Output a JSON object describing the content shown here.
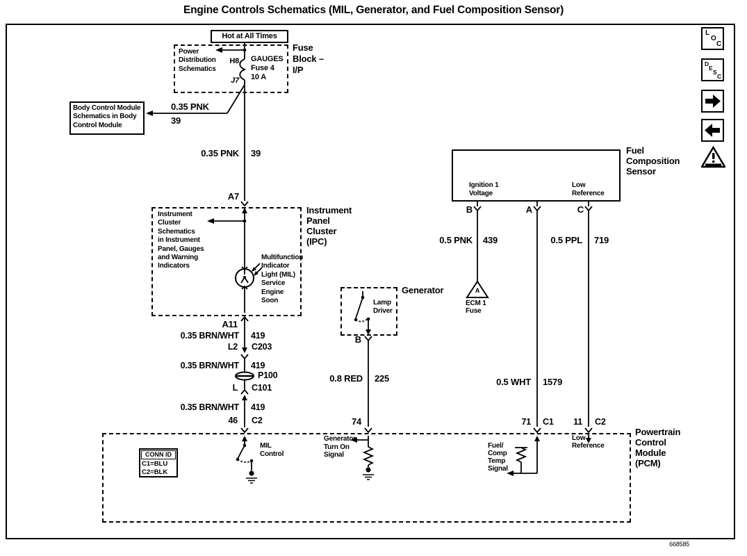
{
  "title": "Engine Controls Schematics (MIL, Generator, and Fuel Composition Sensor)",
  "doc_number": "668585",
  "sidebar": {
    "loc": [
      "L",
      "O",
      "C"
    ],
    "desc": [
      "D",
      "E",
      "S",
      "C"
    ]
  },
  "fuse_circuit": {
    "hot_label": "Hot at All Times",
    "block_label": "Fuse\nBlock –\nI/P",
    "power_dist_ref": "Power\nDistribution\nSchematics",
    "pin_in": "H8",
    "pin_out": "J7",
    "fuse_name": "GAUGES\nFuse 4\n10 A"
  },
  "bcm_ref": {
    "label": "Body Control Module\nSchematics in Body\nControl Module",
    "wire_name": "0.35 PNK",
    "wire_circuit": "39"
  },
  "mil_circuit": {
    "wire_pnk": {
      "name": "0.35 PNK",
      "circuit": "39"
    },
    "pin_a7": "A7",
    "pin_a11": "A11",
    "wire1": {
      "name": "0.35 BRN/WHT",
      "circuit": "419"
    },
    "conn1_pin": "L2",
    "conn1_name": "C203",
    "wire2": {
      "name": "0.35 BRN/WHT",
      "circuit": "419"
    },
    "grommet": "P100",
    "conn2_pin": "L",
    "conn2_name": "C101",
    "wire3": {
      "name": "0.35 BRN/WHT",
      "circuit": "419"
    },
    "pcm_pin": "46",
    "pcm_conn": "C2"
  },
  "ipc": {
    "label": "Instrument\nPanel\nCluster\n(IPC)",
    "schematics_ref": "Instrument\nCluster\nSchematics\nin Instrument\nPanel, Gauges\nand Warning\nIndicators",
    "mil_lamp": "Multifunction\nIndicator\nLight (MIL)\nService\nEngine\nSoon"
  },
  "generator": {
    "label": "Generator",
    "lamp_driver": "Lamp\nDriver",
    "pin_b": "B",
    "wire": {
      "name": "0.8 RED",
      "circuit": "225"
    },
    "pcm_pin": "74"
  },
  "fuel_sensor": {
    "label": "Fuel\nComposition\nSensor",
    "ignition_label": "Ignition 1\nVoltage",
    "low_ref_label": "Low\nReference",
    "pin_b": "B",
    "pin_a": "A",
    "pin_c": "C",
    "wire_b": {
      "name": "0.5 PNK",
      "circuit": "439"
    },
    "wire_a": {
      "name": "0.5 WHT",
      "circuit": "1579"
    },
    "wire_c": {
      "name": "0.5 PPL",
      "circuit": "719"
    },
    "ecm_fuse_letter": "A",
    "ecm_fuse_label": "ECM 1\nFuse",
    "pcm_pin_a": "71",
    "pcm_conn_a": "C1",
    "pcm_pin_c": "11",
    "pcm_conn_c": "C2"
  },
  "pcm": {
    "label": "Powertrain\nControl\nModule\n(PCM)",
    "conn_id_header": "CONN ID",
    "conn_id_rows": [
      "C1=BLU",
      "C2=BLK"
    ],
    "mil_control": "MIL\nControl",
    "gen_turn_on": "Generator\nTurn On\nSignal",
    "fuel_temp_signal": "Fuel/\nComp\nTemp\nSignal",
    "low_reference": "Low\nReference"
  }
}
